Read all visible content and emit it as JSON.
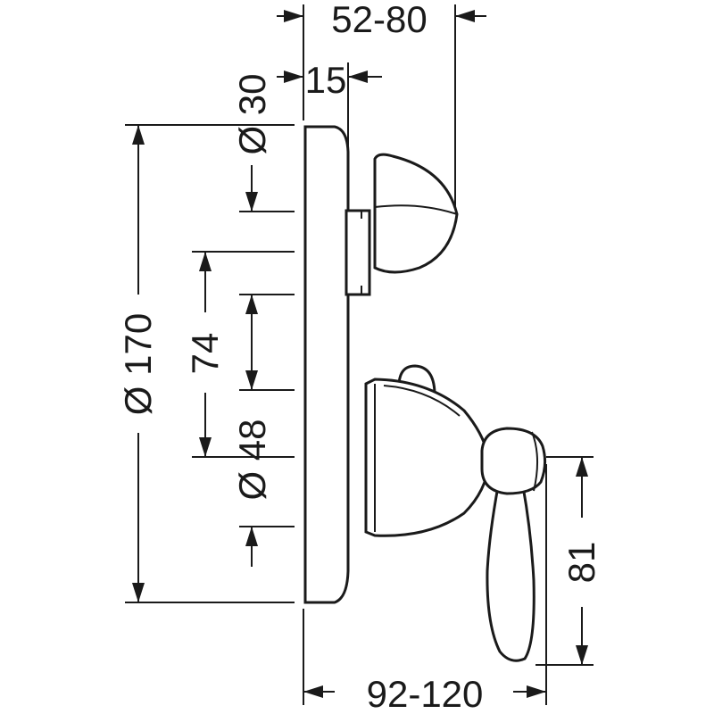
{
  "dimensions": {
    "depth_range": "52-80",
    "offset": "15",
    "dia_small": "Ø 30",
    "dia_plate": "Ø 170",
    "center_distance": "74",
    "dia_medium": "Ø 48",
    "lever_height": "81",
    "lever_depth_range": "92-120"
  }
}
